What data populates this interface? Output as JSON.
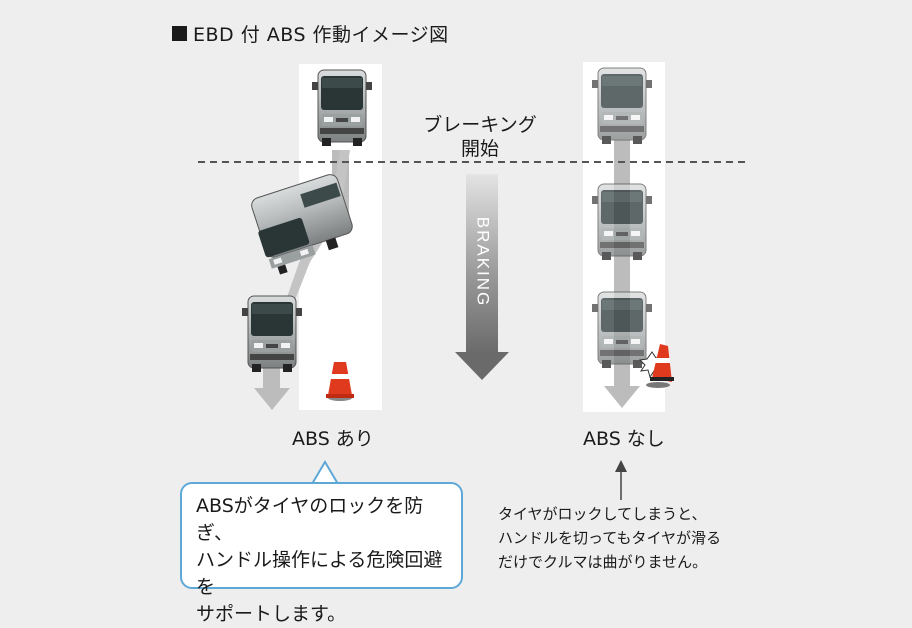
{
  "title": "EBD 付 ABS 作動イメージ図",
  "brake_start_line1": "ブレーキング",
  "brake_start_line2": "開始",
  "braking_label": "BRAKING",
  "abs_on_label": "ABS あり",
  "abs_off_label": "ABS なし",
  "abs_on_callout": [
    "ABSがタイヤのロックを防ぎ、",
    "ハンドル操作による危険回避を",
    "サポートします。"
  ],
  "abs_off_note": [
    "タイヤがロックしてしまうと、",
    "ハンドルを切ってもタイヤが滑る",
    "だけでクルマは曲がりません。"
  ],
  "colors": {
    "background": "#eeeeee",
    "lane": "#ffffff",
    "arrow_gray": "#bbbbbb",
    "braking_arrow": "#6e6e6e",
    "callout_border": "#5ea8d8",
    "cone": "#e03a1e"
  }
}
